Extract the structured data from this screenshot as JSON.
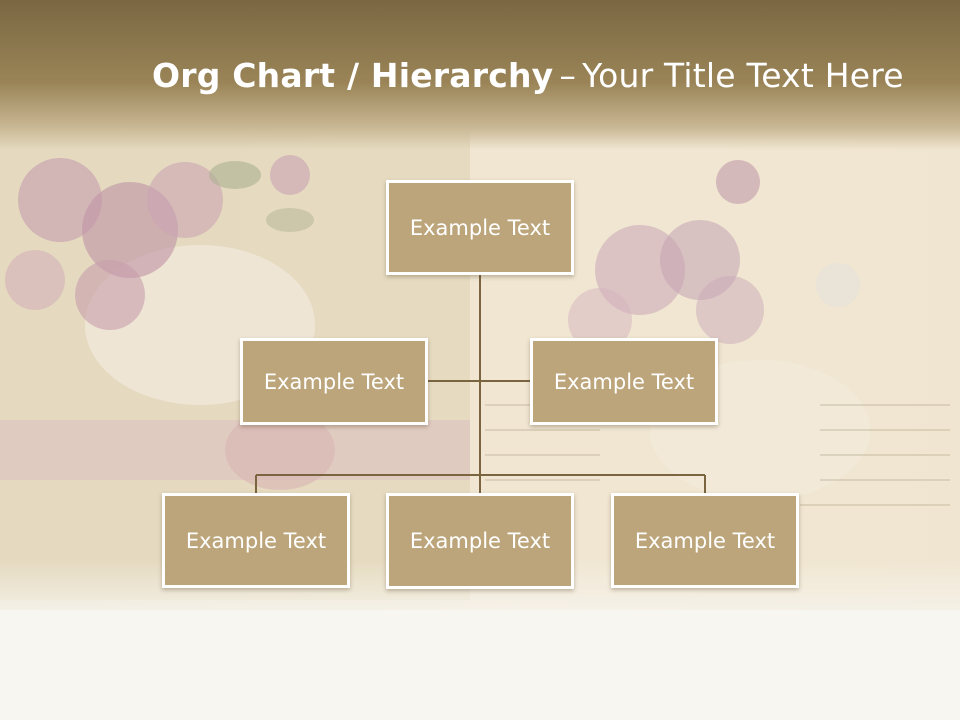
{
  "slide": {
    "title_bold": "Org Chart / Hierarchy",
    "title_separator": "–",
    "title_regular": "Your Title Text Here"
  },
  "org_chart": {
    "root": {
      "label": "Example Text"
    },
    "assistants": [
      {
        "label": "Example Text"
      },
      {
        "label": "Example Text"
      }
    ],
    "children": [
      {
        "label": "Example Text"
      },
      {
        "label": "Example Text"
      },
      {
        "label": "Example Text"
      }
    ]
  },
  "colors": {
    "title_band": "#8b7650",
    "node_fill": "#bca57a",
    "node_border": "#ffffff",
    "connector": "#7a6540"
  }
}
